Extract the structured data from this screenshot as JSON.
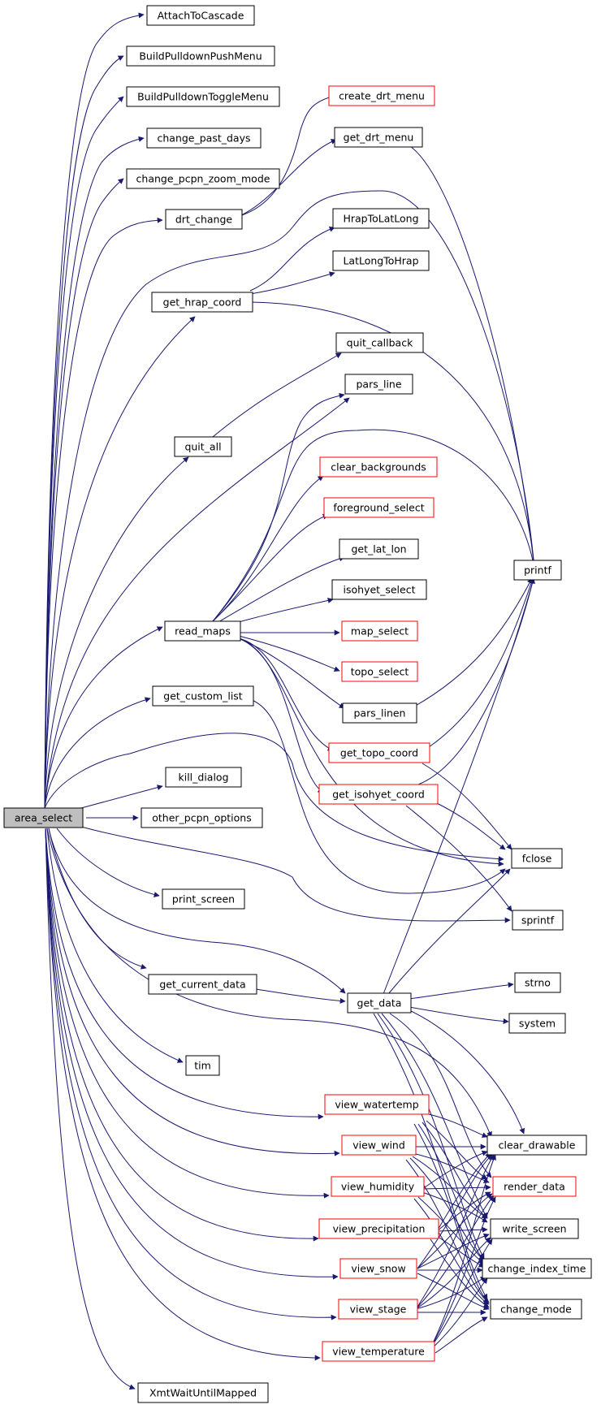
{
  "colors": {
    "edge": "#191970",
    "node_border": "#000000",
    "incomplete_border": "#ff0000",
    "root_fill": "#bfbfbf"
  },
  "nodes": {
    "area_select": "area_select",
    "AttachToCascade": "AttachToCascade",
    "BuildPulldownPushMenu": "BuildPulldownPushMenu",
    "BuildPulldownToggleMenu": "BuildPulldownToggleMenu",
    "change_past_days": "change_past_days",
    "change_pcpn_zoom_mode": "change_pcpn_zoom_mode",
    "drt_change": "drt_change",
    "get_hrap_coord": "get_hrap_coord",
    "quit_all": "quit_all",
    "read_maps": "read_maps",
    "get_custom_list": "get_custom_list",
    "kill_dialog": "kill_dialog",
    "other_pcpn_options": "other_pcpn_options",
    "print_screen": "print_screen",
    "get_current_data": "get_current_data",
    "tim": "tim",
    "XmtWaitUntilMapped": "XmtWaitUntilMapped",
    "create_drt_menu": "create_drt_menu",
    "get_drt_menu": "get_drt_menu",
    "HrapToLatLong": "HrapToLatLong",
    "LatLongToHrap": "LatLongToHrap",
    "quit_callback": "quit_callback",
    "pars_line": "pars_line",
    "clear_backgrounds": "clear_backgrounds",
    "foreground_select": "foreground_select",
    "get_lat_lon": "get_lat_lon",
    "isohyet_select": "isohyet_select",
    "map_select": "map_select",
    "topo_select": "topo_select",
    "pars_linen": "pars_linen",
    "get_topo_coord": "get_topo_coord",
    "get_isohyet_coord": "get_isohyet_coord",
    "get_data": "get_data",
    "view_watertemp": "view_watertemp",
    "view_wind": "view_wind",
    "view_humidity": "view_humidity",
    "view_precipitation": "view_precipitation",
    "view_snow": "view_snow",
    "view_stage": "view_stage",
    "view_temperature": "view_temperature",
    "printf": "printf",
    "fclose": "fclose",
    "sprintf": "sprintf",
    "strno": "strno",
    "system": "system",
    "clear_drawable": "clear_drawable",
    "render_data": "render_data",
    "write_screen": "write_screen",
    "change_index_time": "change_index_time",
    "change_mode": "change_mode"
  }
}
